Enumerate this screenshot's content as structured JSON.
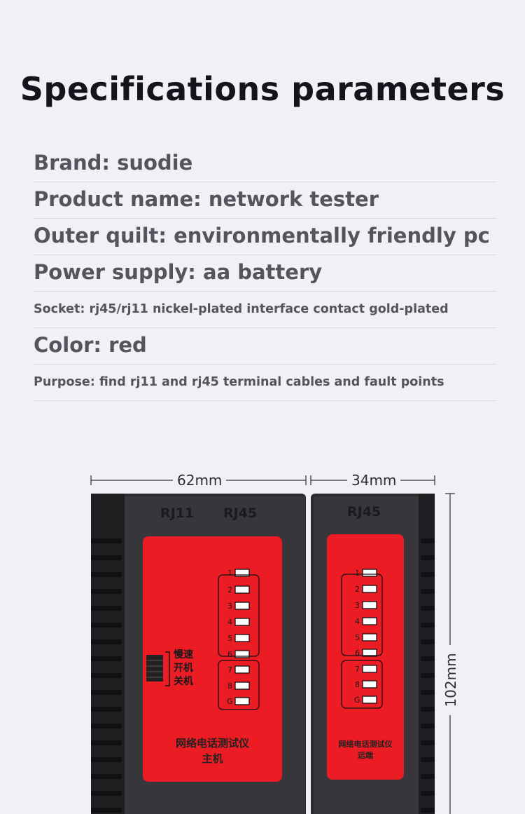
{
  "title": "Specifications parameters",
  "specs": [
    {
      "text": "Brand: suodie",
      "size": "big"
    },
    {
      "text": "Product name: network tester",
      "size": "big"
    },
    {
      "text": "Outer quilt: environmentally friendly pc",
      "size": "big"
    },
    {
      "text": "Power supply: aa battery",
      "size": "big"
    },
    {
      "text": "Socket: rj45/rj11 nickel-plated interface contact gold-plated",
      "size": "small"
    },
    {
      "text": "Color: red",
      "size": "big"
    },
    {
      "text": "Purpose: find rj11 and rj45 terminal cables and fault points",
      "size": "small"
    }
  ],
  "dimensions": {
    "width_main": "62mm",
    "width_remote": "34mm",
    "height": "102mm"
  },
  "main_unit": {
    "ports": [
      "RJ11",
      "RJ45"
    ],
    "pins": [
      "1",
      "2",
      "3",
      "4",
      "5",
      "6",
      "7",
      "8",
      "G"
    ],
    "switch_labels": [
      "慢速",
      "开机",
      "关机"
    ],
    "name_line1": "网络电话测试仪",
    "name_line2": "主机"
  },
  "remote_unit": {
    "port": "RJ45",
    "pins": [
      "1",
      "2",
      "3",
      "4",
      "5",
      "6",
      "7",
      "8",
      "G"
    ],
    "name_line1": "网络电话测试仪",
    "name_line2": "远端"
  },
  "colors": {
    "panel_red": "#ec1c24",
    "body_dark": "#2e2e31",
    "text_dark": "#15141c"
  }
}
